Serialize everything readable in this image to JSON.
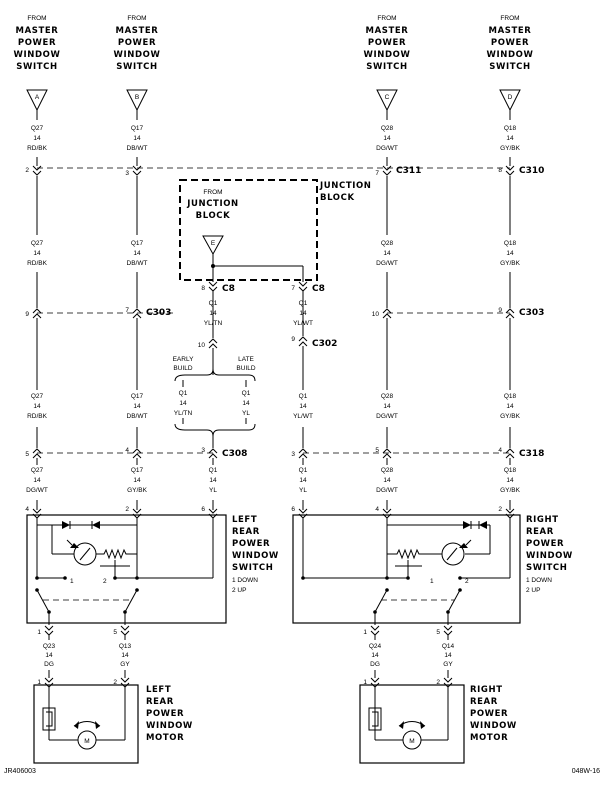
{
  "sources": [
    {
      "from": "FROM",
      "lines": [
        "MASTER",
        "POWER",
        "WINDOW",
        "SWITCH"
      ],
      "letter": "A",
      "wire": {
        "circuit": "Q27",
        "gauge": "14",
        "color": "RD/BK"
      }
    },
    {
      "from": "FROM",
      "lines": [
        "MASTER",
        "POWER",
        "WINDOW",
        "SWITCH"
      ],
      "letter": "B",
      "wire": {
        "circuit": "Q17",
        "gauge": "14",
        "color": "DB/WT"
      }
    },
    {
      "from": "FROM",
      "lines": [
        "MASTER",
        "POWER",
        "WINDOW",
        "SWITCH"
      ],
      "letter": "C",
      "wire": {
        "circuit": "Q28",
        "gauge": "14",
        "color": "DG/WT"
      }
    },
    {
      "from": "FROM",
      "lines": [
        "MASTER",
        "POWER",
        "WINDOW",
        "SWITCH"
      ],
      "letter": "D",
      "wire": {
        "circuit": "Q18",
        "gauge": "14",
        "color": "GY/BK"
      }
    }
  ],
  "junction": {
    "title_lines": [
      "JUNCTION",
      "BLOCK"
    ],
    "from": "FROM",
    "from_lines": [
      "JUNCTION",
      "BLOCK"
    ],
    "letter": "E"
  },
  "connectors": {
    "c311": "C311",
    "c310": "C310",
    "c8_left": "C8",
    "c8_right": "C8",
    "c303_left": "C303",
    "c303_right": "C303",
    "c302": "C302",
    "c308": "C308",
    "c318": "C318"
  },
  "pins": {
    "c311_a": "2",
    "c311_b": "3",
    "c311_c": "7",
    "c310_d": "8",
    "c8_l": "8",
    "c8_r": "7",
    "c303_a": "9",
    "c303_b": "7",
    "c303_c": "10",
    "c303_d": "9",
    "c302": "9",
    "split": "10",
    "c308": "3",
    "c318_a": "5",
    "c318_b": "4",
    "c318_c": "3",
    "c318_d": "5",
    "c318_e": "4",
    "lsw_a": "4",
    "lsw_b": "2",
    "lsw_c": "6",
    "lsw_d": "1",
    "lsw_e": "5",
    "rsw_a": "6",
    "rsw_b": "4",
    "rsw_c": "2",
    "rsw_d": "1",
    "rsw_e": "5",
    "lsw_in1": "1",
    "lsw_in2": "2",
    "rsw_in1": "1",
    "rsw_in2": "2",
    "lm_1": "1",
    "lm_2": "2",
    "rm_1": "1",
    "rm_2": "2"
  },
  "wires_upper": [
    {
      "circuit": "Q27",
      "gauge": "14",
      "color": "RD/BK"
    },
    {
      "circuit": "Q17",
      "gauge": "14",
      "color": "DB/WT"
    },
    {
      "circuit": "Q28",
      "gauge": "14",
      "color": "DG/WT"
    },
    {
      "circuit": "Q18",
      "gauge": "14",
      "color": "GY/BK"
    }
  ],
  "wires_q1": {
    "left": {
      "circuit": "Q1",
      "gauge": "14",
      "color": "YL/TN"
    },
    "right": {
      "circuit": "Q1",
      "gauge": "14",
      "color": "YL/WT"
    }
  },
  "build_variants": {
    "early": {
      "label_lines": [
        "EARLY",
        "BUILD"
      ],
      "circuit": "Q1",
      "gauge": "14",
      "color": "YL/TN"
    },
    "late": {
      "label_lines": [
        "LATE",
        "BUILD"
      ],
      "circuit": "Q1",
      "gauge": "14",
      "color": "YL"
    }
  },
  "wires_mid": [
    {
      "circuit": "Q27",
      "gauge": "14",
      "color": "RD/BK"
    },
    {
      "circuit": "Q17",
      "gauge": "14",
      "color": "DB/WT"
    },
    {
      "circuit": "Q1",
      "gauge": "14",
      "color": "YL/WT"
    },
    {
      "circuit": "Q28",
      "gauge": "14",
      "color": "DG/WT"
    },
    {
      "circuit": "Q18",
      "gauge": "14",
      "color": "GY/BK"
    }
  ],
  "wires_lower": [
    {
      "circuit": "Q27",
      "gauge": "14",
      "color": "DG/WT"
    },
    {
      "circuit": "Q17",
      "gauge": "14",
      "color": "GY/BK"
    },
    {
      "circuit": "Q1",
      "gauge": "14",
      "color": "YL"
    },
    {
      "circuit": "Q1",
      "gauge": "14",
      "color": "YL"
    },
    {
      "circuit": "Q28",
      "gauge": "14",
      "color": "DG/WT"
    },
    {
      "circuit": "Q18",
      "gauge": "14",
      "color": "GY/BK"
    }
  ],
  "left_switch": {
    "lines": [
      "LEFT",
      "REAR",
      "POWER",
      "WINDOW",
      "SWITCH"
    ],
    "legend": [
      "1 DOWN",
      "2 UP"
    ]
  },
  "right_switch": {
    "lines": [
      "RIGHT",
      "REAR",
      "POWER",
      "WINDOW",
      "SWITCH"
    ],
    "legend": [
      "1 DOWN",
      "2 UP"
    ]
  },
  "wires_motor": [
    {
      "circuit": "Q23",
      "gauge": "14",
      "color": "DG"
    },
    {
      "circuit": "Q13",
      "gauge": "14",
      "color": "GY"
    },
    {
      "circuit": "Q24",
      "gauge": "14",
      "color": "DG"
    },
    {
      "circuit": "Q14",
      "gauge": "14",
      "color": "GY"
    }
  ],
  "left_motor": {
    "lines": [
      "LEFT",
      "REAR",
      "POWER",
      "WINDOW",
      "MOTOR"
    ],
    "symbol": "M"
  },
  "right_motor": {
    "lines": [
      "RIGHT",
      "REAR",
      "POWER",
      "WINDOW",
      "MOTOR"
    ],
    "symbol": "M"
  },
  "footer": {
    "left": "JR406003",
    "right": "048W-16"
  }
}
